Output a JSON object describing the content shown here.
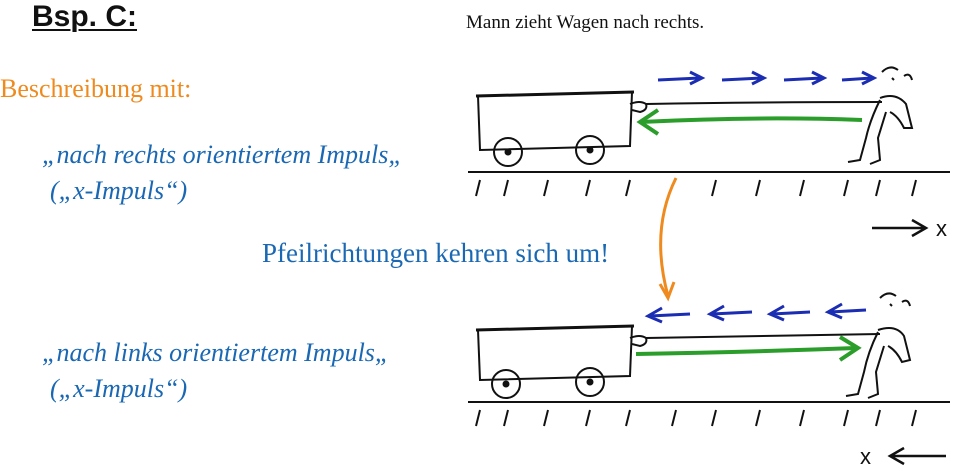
{
  "title": "Bsp. C:",
  "caption": "Mann zieht Wagen nach rechts.",
  "description_heading": "Beschreibung  mit:",
  "case_right": {
    "line1": "„nach rechts orientiertem Impuls„",
    "line2": "(„x-Impuls“)"
  },
  "case_left": {
    "line1": "„nach links orientiertem Impuls„",
    "line2": "(„x-Impuls“)"
  },
  "center_text": "Pfeilrichtungen kehren sich um!",
  "axis_label": "x",
  "colors": {
    "blue_arrows": "#1a2db3",
    "green_arrow": "#2a9d2a",
    "orange": "#ef8a1e",
    "blue_text": "#1a68b3"
  }
}
